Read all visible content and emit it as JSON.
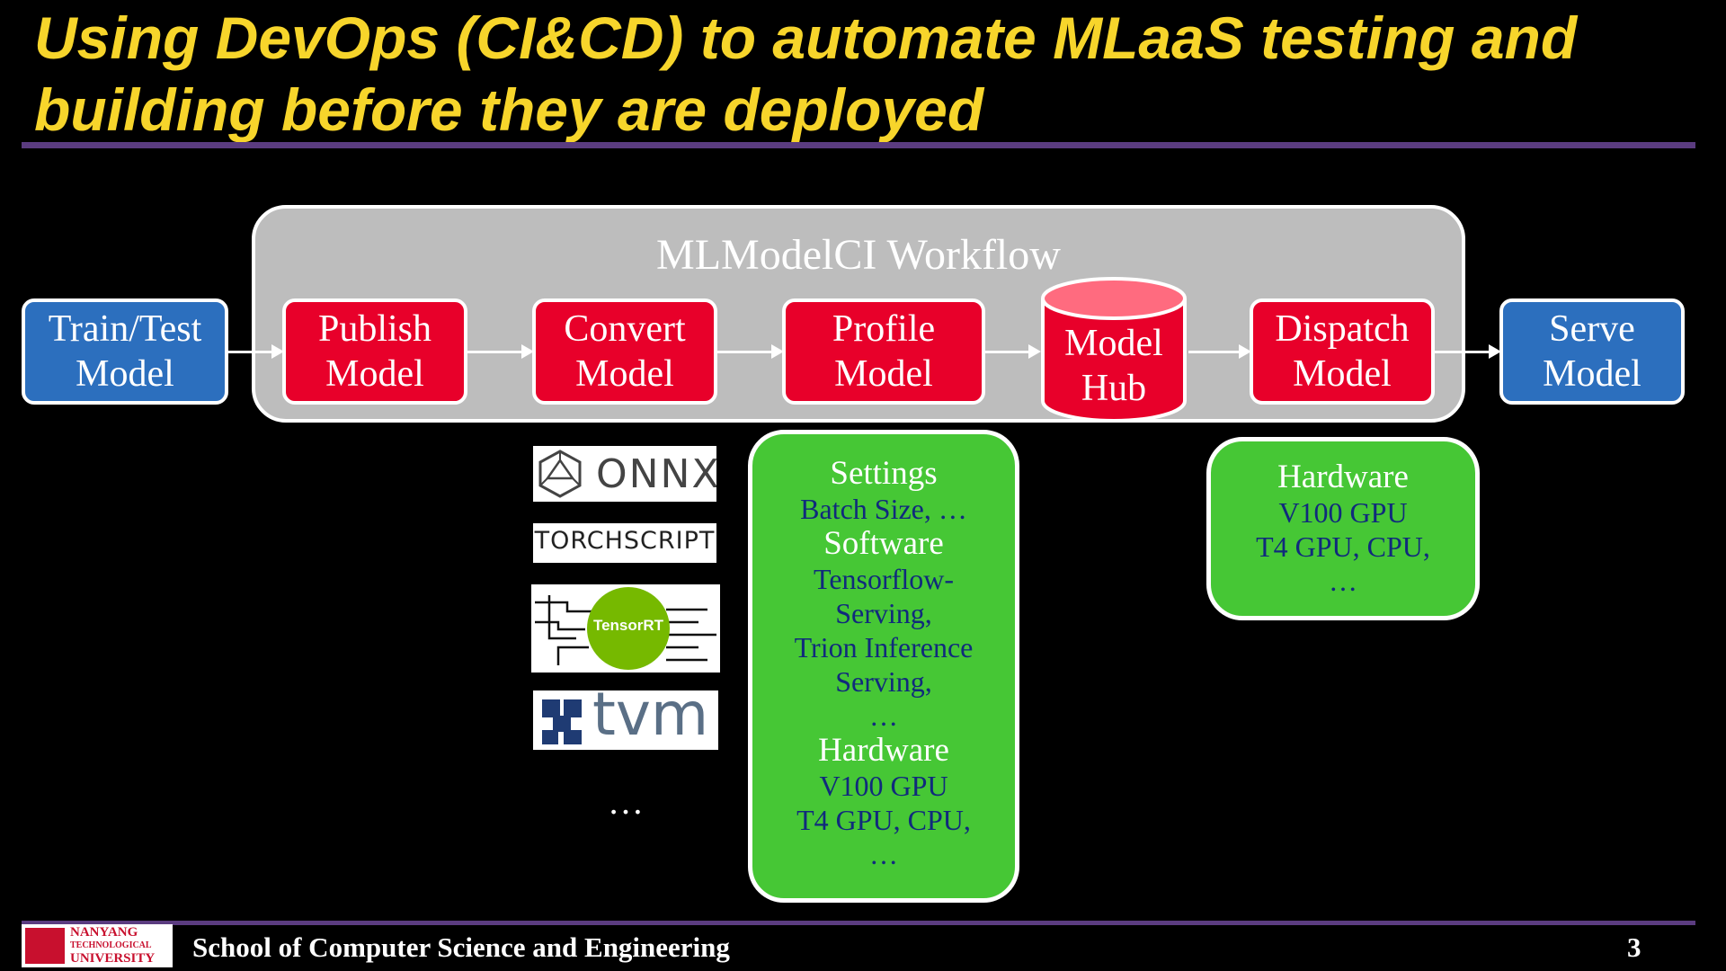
{
  "title": "Using DevOps (CI&CD) to automate MLaaS testing and building before they are deployed",
  "workflow": {
    "title": "MLModelCI Workflow",
    "nodes": {
      "train": "Train/Test\nModel",
      "publish": "Publish\nModel",
      "convert": "Convert\nModel",
      "profile": "Profile\nModel",
      "hub": "Model\nHub",
      "dispatch": "Dispatch\nModel",
      "serve": "Serve\nModel"
    }
  },
  "convert_formats": {
    "onnx": "ONNX",
    "torchscript": "TORCHSCRIPT",
    "tensorrt": "TensorRT",
    "tvm": "tvm",
    "more": "…"
  },
  "profile_box": {
    "settings_h": "Settings",
    "settings_t": "Batch Size, …",
    "software_h": "Software",
    "software_t": "Tensorflow-\nServing,\nTrion Inference\nServing,\n…",
    "hardware_h": "Hardware",
    "hardware_t": "V100 GPU\nT4 GPU, CPU,\n…"
  },
  "dispatch_box": {
    "hardware_h": "Hardware",
    "hardware_t": "V100 GPU\nT4 GPU, CPU,\n…"
  },
  "footer": {
    "school": "School of Computer Science and Engineering",
    "page": "3",
    "univ_line1": "NANYANG",
    "univ_line2": "TECHNOLOGICAL",
    "univ_line3": "UNIVERSITY"
  },
  "colors": {
    "title": "#f7d52b",
    "rule": "#5b3c80",
    "blue_node": "#2c6fbe",
    "red_node": "#e8002a",
    "green_box": "#46c735",
    "tensorrt": "#76b900"
  }
}
